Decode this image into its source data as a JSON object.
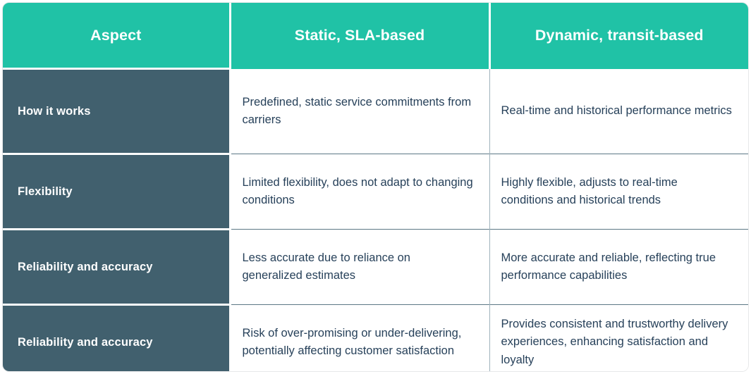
{
  "table": {
    "columns": [
      {
        "key": "aspect",
        "label": "Aspect"
      },
      {
        "key": "static",
        "label": "Static, SLA-based"
      },
      {
        "key": "dynamic",
        "label": "Dynamic, transit-based"
      }
    ],
    "rows": [
      {
        "aspect": "How it works",
        "static": "Predefined, static service commitments from carriers",
        "dynamic": "Real-time and historical performance metrics"
      },
      {
        "aspect": "Flexibility",
        "static": "Limited flexibility, does not adapt to changing conditions",
        "dynamic": "Highly flexible, adjusts to real-time conditions and historical trends"
      },
      {
        "aspect": "Reliability and accuracy",
        "static": "Less accurate due to reliance on generalized estimates",
        "dynamic": "More accurate and reliable, reflecting true performance capabilities"
      },
      {
        "aspect": "Reliability and accuracy",
        "static": "Risk of over-promising or under-delivering, potentially affecting customer satisfaction",
        "dynamic": "Provides consistent and trustworthy delivery experiences, enhancing satisfaction and loyalty"
      }
    ]
  },
  "colors": {
    "header_background": "#20C2A6",
    "header_text": "#FFFFFF",
    "aspect_background": "#41606E",
    "aspect_text": "#FFFFFF",
    "content_background": "#FFFFFF",
    "content_text": "#27415A",
    "row_divider": "#5C7785",
    "column_divider": "#9FB2BC"
  }
}
